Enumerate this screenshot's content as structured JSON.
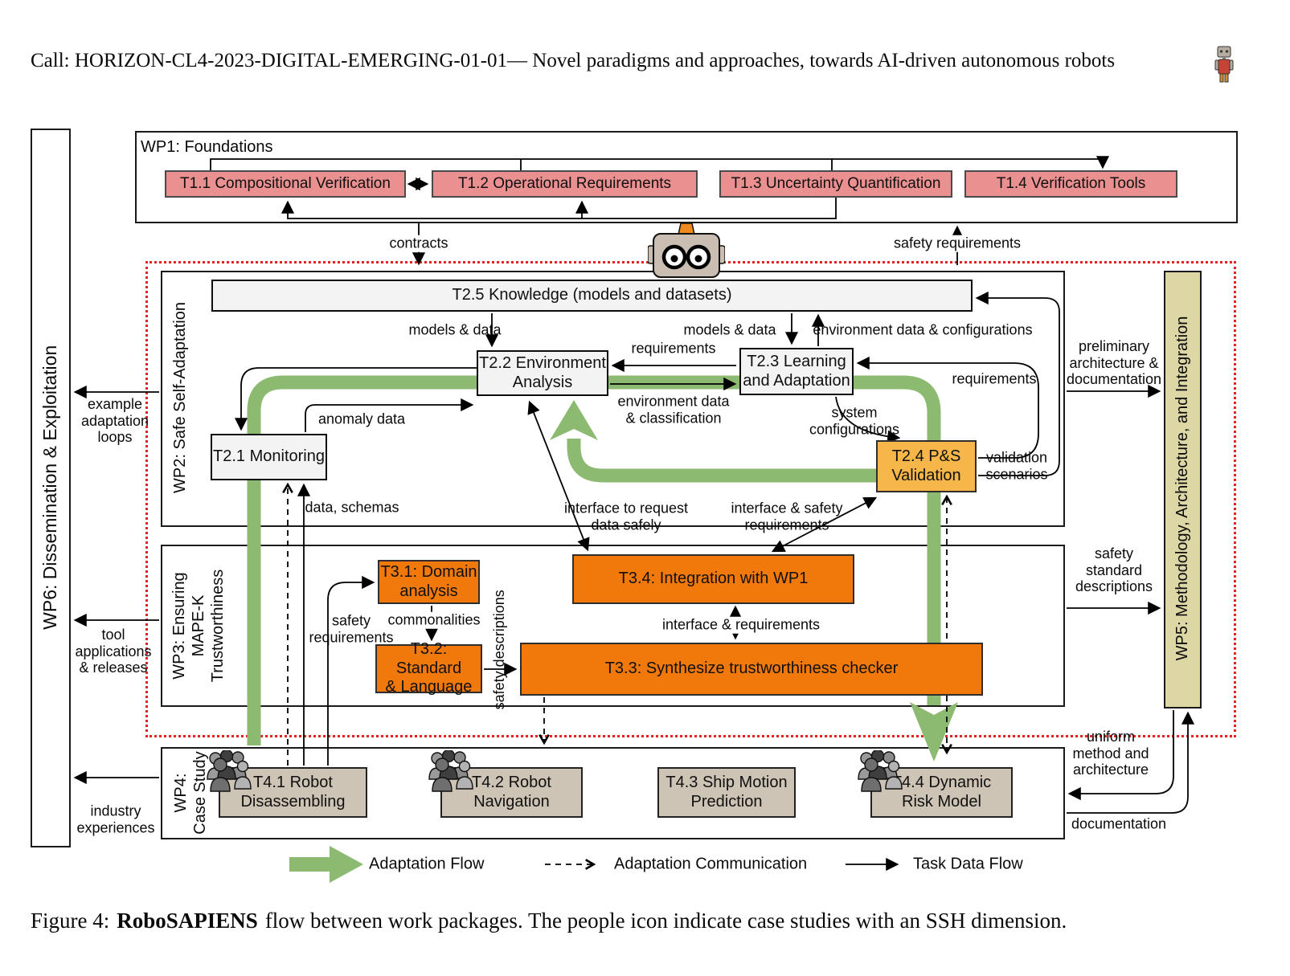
{
  "header": {
    "call_line": "Call: HORIZON-CL4-2023-DIGITAL-EMERGING-01-01— Novel paradigms and approaches, towards AI-driven autonomous robots"
  },
  "work_packages": {
    "wp1": {
      "label": "WP1: Foundations",
      "tasks": [
        "T1.1 Compositional Verification",
        "T1.2 Operational Requirements",
        "T1.3 Uncertainty Quantification",
        "T1.4 Verification Tools"
      ]
    },
    "wp2": {
      "label": "WP2: Safe Self-Adaptation",
      "t25": "T2.5 Knowledge (models and datasets)",
      "t22": "T2.2 Environment\nAnalysis",
      "t23": "T2.3 Learning\nand Adaptation",
      "t21": "T2.1 Monitoring",
      "t24": "T2.4 P&S\nValidation"
    },
    "wp3": {
      "label": "WP3: Ensuring\nMAPE-K\nTrustworthiness",
      "t31": "T3.1: Domain\nanalysis",
      "t32": "T3.2: Standard\n& Language",
      "t33": "T3.3: Synthesize trustworthiness checker",
      "t34": "T3.4: Integration with WP1"
    },
    "wp4": {
      "label": "WP4:\nCase Study",
      "t41": "T4.1 Robot\nDisassembling",
      "t42": "T4.2 Robot\nNavigation",
      "t43": "T4.3 Ship Motion\nPrediction",
      "t44": "T4.4 Dynamic\nRisk Model"
    },
    "wp5": {
      "label": "WP5: Methodology, Architecture, and Integration"
    },
    "wp6": {
      "label": "WP6: Dissemination & Exploitation"
    }
  },
  "edge_labels": {
    "contracts": "contracts",
    "safety_requirements": "safety requirements",
    "models_and_data_left": "models & data",
    "models_and_data_right": "models & data",
    "environment_data_configurations": "environment data & configurations",
    "requirements_to_analysis": "requirements",
    "environment_data_classification": "environment data\n& classification",
    "system_configurations": "system\nconfigurations",
    "requirements_to_learning": "requirements",
    "validation_scenarios": "validation\nscenarios",
    "anomaly_data": "anomaly data",
    "data_schemas": "data, schemas",
    "interface_request_data": "interface to request\ndata safely",
    "interface_safety_requirements": "interface & safety\nrequirements",
    "interface_requirements": "interface & requirements",
    "safety_requirements_domain": "safety\nrequirements",
    "commonalities": "commonalities",
    "safety_descriptions": "safety descriptions",
    "example_adaptation_loops": "example\nadaptation\nloops",
    "tool_applications_releases": "tool\napplications\n& releases",
    "industry_experiences": "industry\nexperiences",
    "preliminary_architecture_documentation": "preliminary\narchitecture &\ndocumentation",
    "safety_standard_descriptions": "safety\nstandard\ndescriptions",
    "uniform_method_architecture": "uniform\nmethod and\narchitecture",
    "documentation": "documentation"
  },
  "legend": {
    "adaptation_flow": "Adaptation Flow",
    "adaptation_communication": "Adaptation Communication",
    "task_data_flow": "Task Data Flow"
  },
  "caption": {
    "figure_label": "Figure 4:",
    "project_name": "RoboSAPIENS",
    "text": "flow between work packages. The people icon indicate case studies with an SSH dimension."
  },
  "colors": {
    "foundation_pink": "#eb9091",
    "task_orange": "#f1790b",
    "validation_amber": "#f6b64a",
    "wp5_tan": "#ddd7a6",
    "case_study_gray": "#cec4b6",
    "knowledge_gray": "#f3f3f3",
    "adaptation_green": "#8cba70",
    "boundary_red": "#e42320"
  }
}
